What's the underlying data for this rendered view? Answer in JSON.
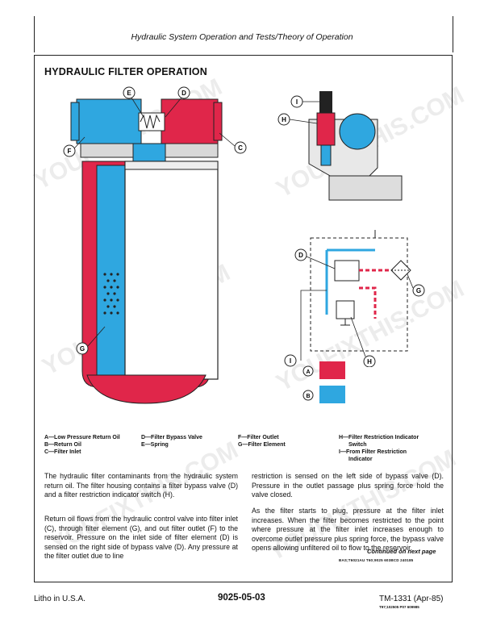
{
  "header": {
    "title": "Hydraulic System Operation and Tests/Theory of Operation"
  },
  "section": {
    "title": "HYDRAULIC FILTER OPERATION"
  },
  "callouts": {
    "A": "A",
    "B": "B",
    "C": "C",
    "D": "D",
    "E": "E",
    "F": "F",
    "G": "G",
    "H": "H",
    "I": "I"
  },
  "colors": {
    "pressure_red": "#e0264a",
    "return_blue": "#2fa7e0"
  },
  "legend": {
    "col1": [
      "A—Low Pressure Return Oil",
      "B—Return Oil",
      "C—Filter Inlet"
    ],
    "col2": [
      "D—Filter Bypass Valve",
      "E—Spring"
    ],
    "col3": [
      "F—Filter Outlet",
      "G—Filter Element"
    ],
    "col4": [
      "H—Filter Restriction Indicator",
      "Switch",
      "I—From Filter Restriction",
      "Indicator"
    ]
  },
  "body": {
    "p1": "The hydraulic filter contaminants from the hydraulic system return oil. The filter housing contains a filter bypass valve (D) and a filter restriction indicator switch (H).",
    "p2": "Return oil flows from the hydraulic control valve into filter inlet (C), through filter element (G), and out filter outlet (F) to the reservoir. Pressure on the inlet side of filter element (D) is sensed on the right side of bypass valve (D). Any pressure at the filter outlet due to line",
    "p3": "restriction is sensed on the left side of bypass valve (D). Pressure in the outlet passage plus spring force hold the valve closed.",
    "p4": "As the filter starts to plug, pressure at the filter inlet increases. When the filter becomes restricted to the point where pressure at the filter inlet increases enough to overcome outlet pressure plus spring force, the bypass valve opens allowing unfiltered oil to flow to the reservoir."
  },
  "continued": "Continued on next page",
  "codes": "BAS;T6021AU T60;9025 603BCD 240185",
  "footer": {
    "left": "Litho in U.S.A.",
    "center": "9025-05-03",
    "right": "TM-1331 (Apr-85)",
    "right_codes": "T97;102505 P07 609985"
  },
  "watermark": "YOUFIXTHIS.COM"
}
